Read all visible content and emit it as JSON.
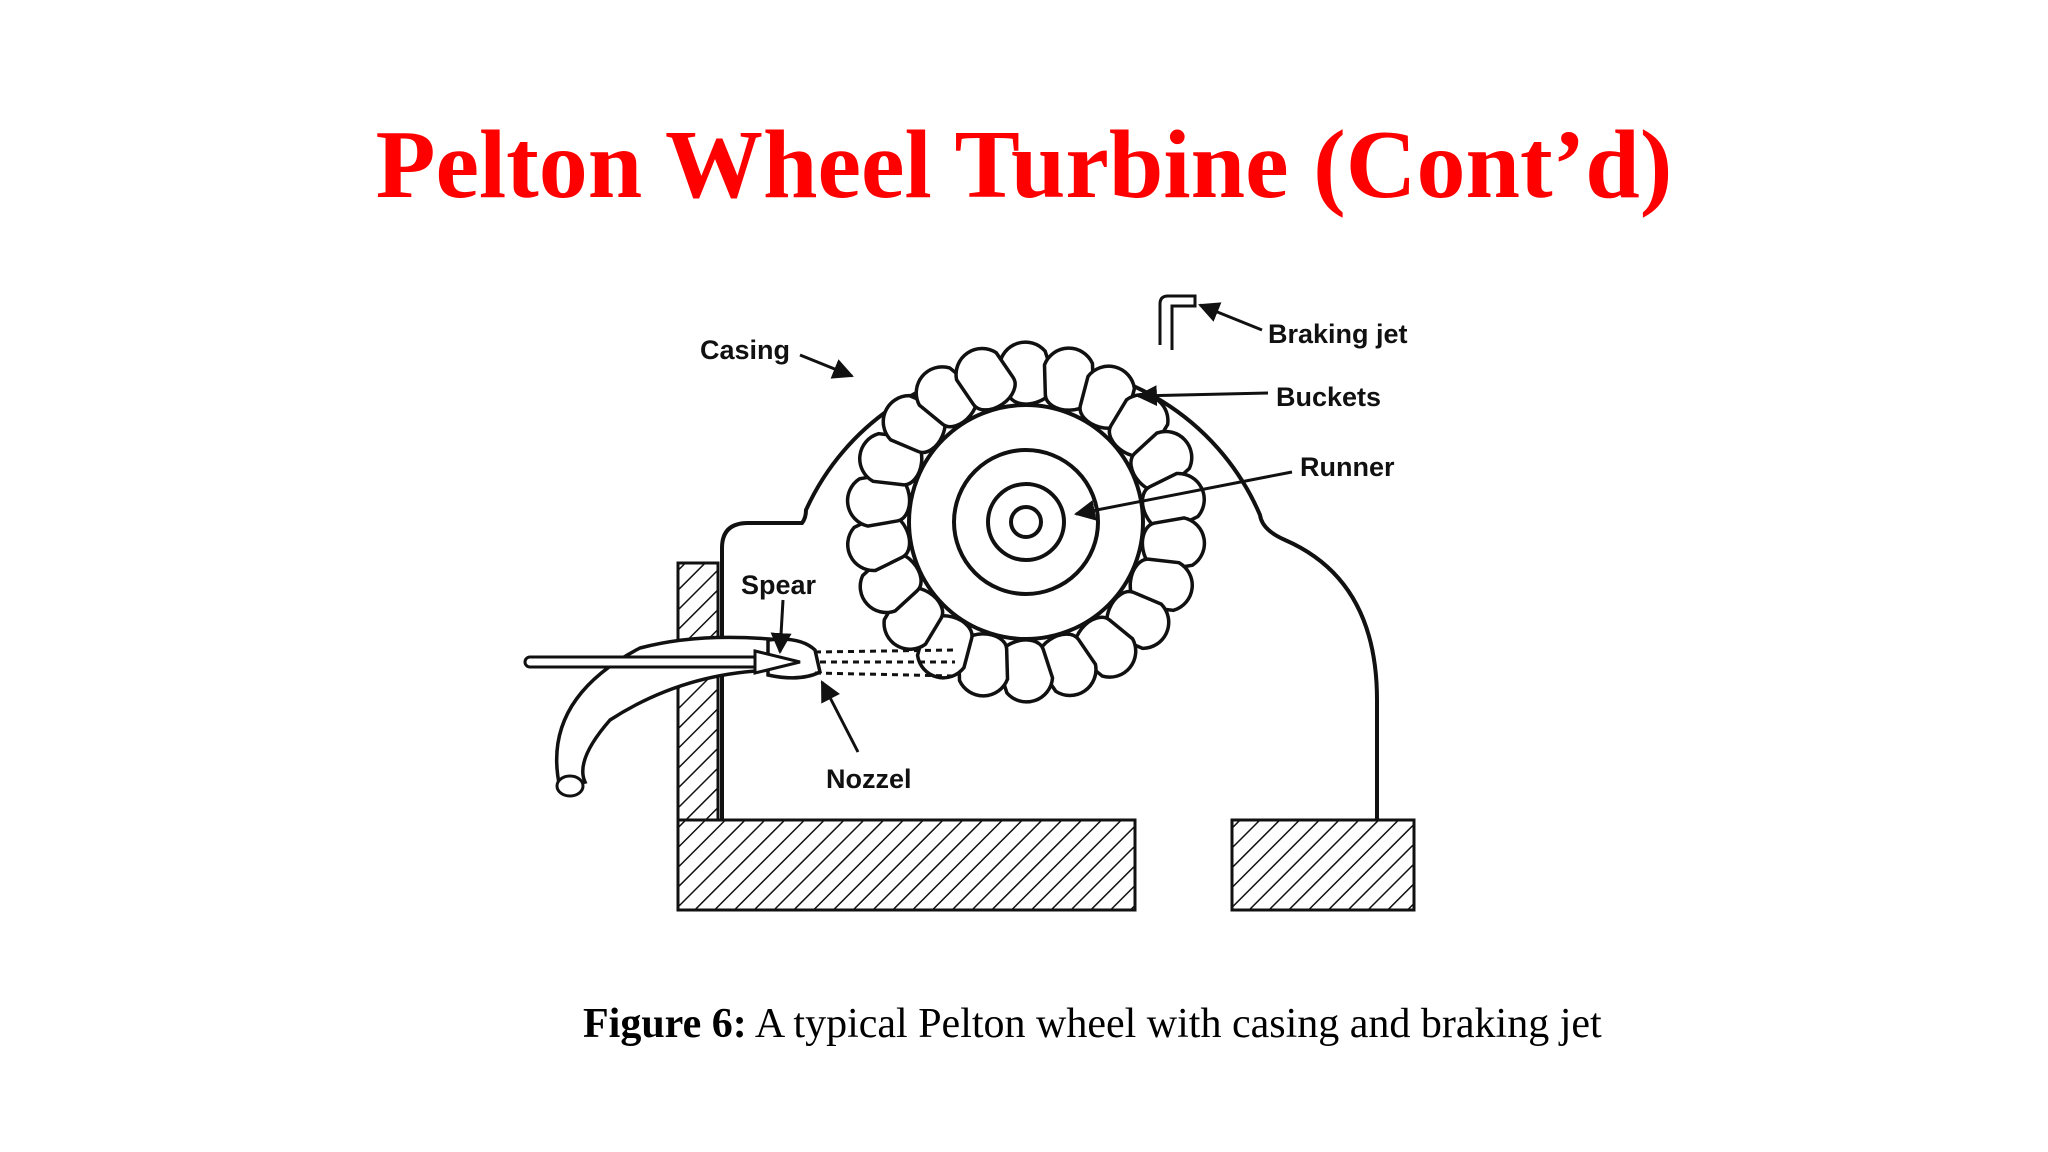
{
  "slide": {
    "title": "Pelton Wheel Turbine (Cont’d)",
    "title_color": "#ff0000"
  },
  "figure": {
    "labels": {
      "casing": "Casing",
      "braking_jet": "Braking jet",
      "buckets": "Buckets",
      "runner": "Runner",
      "spear": "Spear",
      "nozzle": "Nozzel"
    },
    "caption_prefix": "Figure 6:",
    "caption_text": " A typical Pelton wheel with casing and braking jet"
  }
}
